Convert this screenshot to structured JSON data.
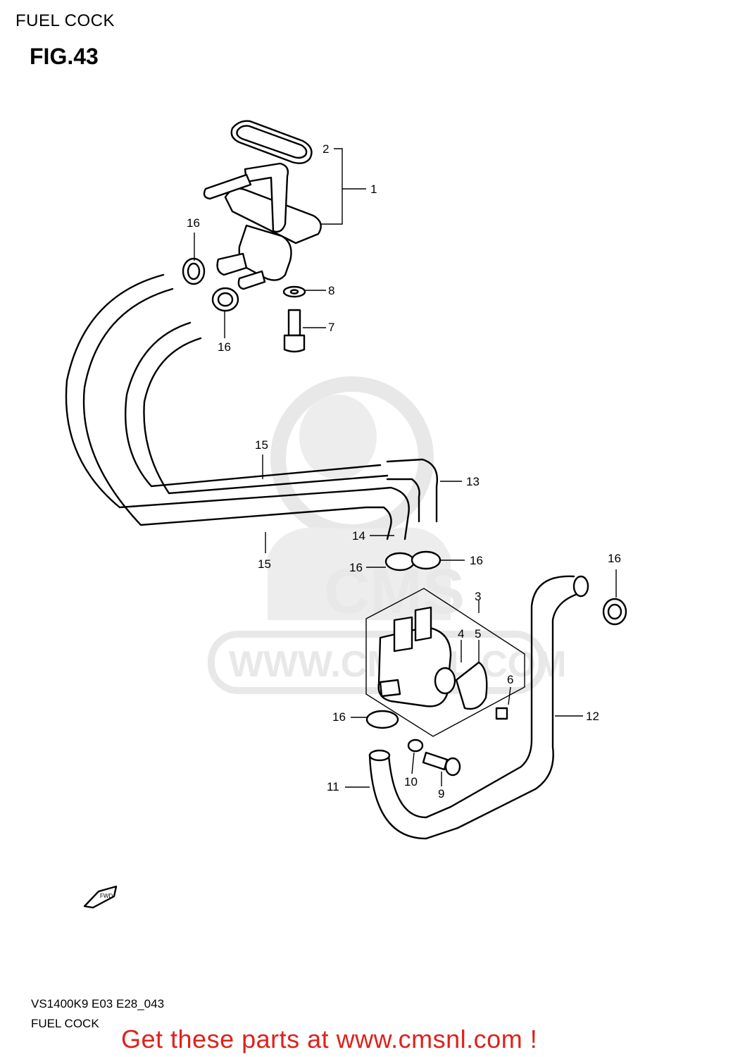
{
  "header": {
    "section": "FUEL COCK",
    "figure": "FIG.43"
  },
  "footer": {
    "model_code": "VS1400K9 E03 E28_043",
    "section": "FUEL COCK"
  },
  "promo": {
    "text": "Get these parts at www.cmsnl.com !",
    "color": "#e0211b"
  },
  "watermark": {
    "text": "WWW.CMSNL.COM",
    "logo": "CMS"
  },
  "fwd_badge": {
    "text": "FWD"
  },
  "callouts": [
    {
      "id": "c1",
      "label": "1"
    },
    {
      "id": "c2",
      "label": "2"
    },
    {
      "id": "c3",
      "label": "3"
    },
    {
      "id": "c4",
      "label": "4"
    },
    {
      "id": "c5",
      "label": "5"
    },
    {
      "id": "c6",
      "label": "6"
    },
    {
      "id": "c7",
      "label": "7"
    },
    {
      "id": "c8",
      "label": "8"
    },
    {
      "id": "c9",
      "label": "9"
    },
    {
      "id": "c10",
      "label": "10"
    },
    {
      "id": "c11",
      "label": "11"
    },
    {
      "id": "c12",
      "label": "12"
    },
    {
      "id": "c13",
      "label": "13"
    },
    {
      "id": "c14",
      "label": "14"
    },
    {
      "id": "c15a",
      "label": "15"
    },
    {
      "id": "c15b",
      "label": "15"
    },
    {
      "id": "c16a",
      "label": "16"
    },
    {
      "id": "c16b",
      "label": "16"
    },
    {
      "id": "c16c",
      "label": "16"
    },
    {
      "id": "c16d",
      "label": "16"
    },
    {
      "id": "c16e",
      "label": "16"
    },
    {
      "id": "c16f",
      "label": "16"
    }
  ]
}
